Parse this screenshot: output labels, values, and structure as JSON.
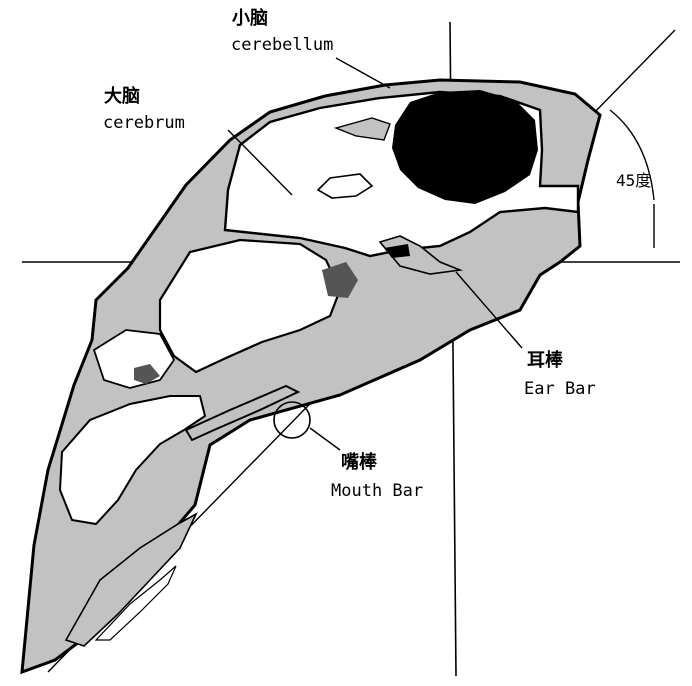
{
  "labels": {
    "cerebellum_ja": "小脑",
    "cerebellum_en": "cerebellum",
    "cerebrum_ja": "大脑",
    "cerebrum_en": "cerebrum",
    "angle": "45度",
    "ear_bar_ja": "耳棒",
    "ear_bar_en": "Ear Bar",
    "mouth_bar_ja": "嘴棒",
    "mouth_bar_en": "Mouth Bar"
  },
  "colors": {
    "bone": "#c2c2c2",
    "cavity": "#ffffff",
    "cerebellum": "#000000",
    "outline": "#000000",
    "dark_patch": "#555555"
  }
}
